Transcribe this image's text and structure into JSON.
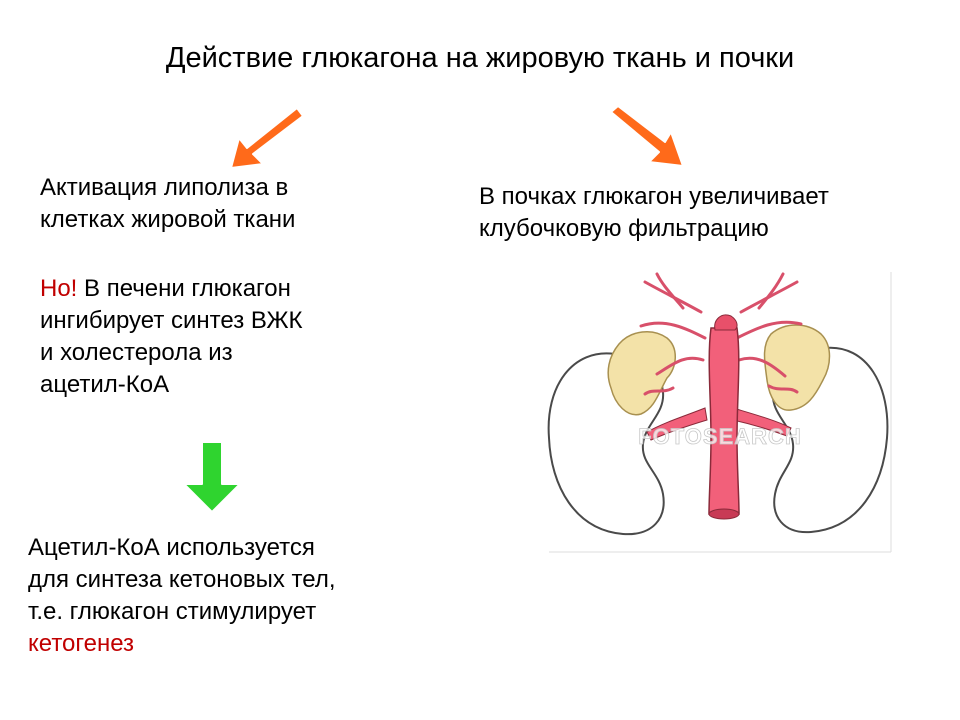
{
  "slide": {
    "title": "Действие глюкагона на жировую ткань и почки",
    "lipolysis": {
      "lines": [
        "Активация липолиза в",
        "клетках жировой ткани"
      ]
    },
    "kidney": {
      "lines": [
        "В почках глюкагон увеличивает",
        "клубочковую фильтрацию"
      ]
    },
    "liver": {
      "highlight": "Но!",
      "line1_rest": " В печени глюкагон",
      "lines": [
        "ингибирует синтез ВЖК",
        "и холестерола из",
        "ацетил-КоА"
      ]
    },
    "ketone": {
      "lines": [
        "Ацетил-КоА используется",
        "для синтеза кетоновых тел,",
        "т.е. глюкагон стимулирует"
      ],
      "highlight": "кетогенез"
    },
    "watermark": "FOTOSEARCH"
  },
  "colors": {
    "arrow_orange": "#ff6a1a",
    "arrow_green": "#2fd42f",
    "highlight_red": "#c00000",
    "vessel_pink": "#f2607a",
    "gland_yellow": "#f3e2a8"
  },
  "icons": {
    "arrow_left": "arrow-down-left-icon",
    "arrow_right": "arrow-down-right-icon",
    "arrow_down": "arrow-down-icon"
  }
}
